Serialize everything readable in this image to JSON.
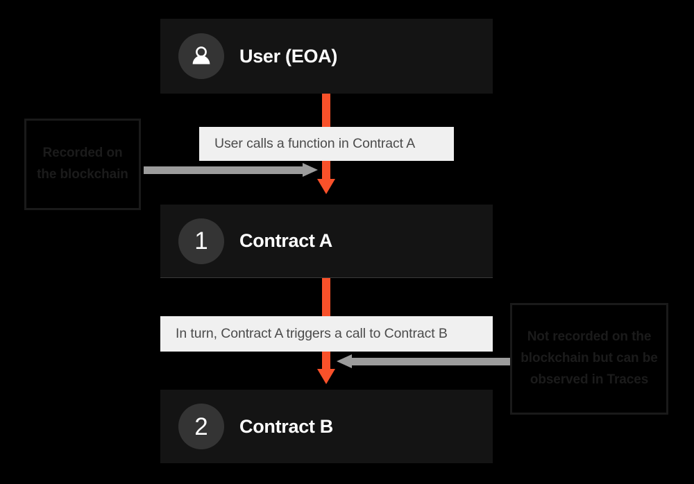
{
  "diagram": {
    "title": "Contract call flow",
    "background_color": "#000000",
    "accent_color": "#f9512a",
    "card_color": "#141414",
    "chip_color": "#f0f0f0",
    "gray_arrow_color": "#9c9c9c"
  },
  "nodes": [
    {
      "id": "user",
      "label": "User (EOA)",
      "badge_type": "person-icon",
      "badge_text": ""
    },
    {
      "id": "contract-a",
      "label": "Contract A",
      "badge_type": "number",
      "badge_text": "1"
    },
    {
      "id": "contract-b",
      "label": "Contract B",
      "badge_type": "number",
      "badge_text": "2"
    }
  ],
  "captions": [
    {
      "id": "caption-user-to-a",
      "text": "User calls a function in Contract A"
    },
    {
      "id": "caption-a-to-b",
      "text": "In turn, Contract A triggers a call to Contract B"
    }
  ],
  "notes": [
    {
      "id": "note-recorded",
      "text": "Recorded on the blockchain"
    },
    {
      "id": "note-not-recorded",
      "text": "Not recorded on the blockchain but can be observed in Traces"
    }
  ],
  "arrows": [
    {
      "id": "arrow-user-to-a",
      "direction": "down",
      "color": "#f9512a"
    },
    {
      "id": "arrow-a-to-b",
      "direction": "down",
      "color": "#f9512a"
    },
    {
      "id": "arrow-note-recorded",
      "direction": "right",
      "color": "#9c9c9c"
    },
    {
      "id": "arrow-note-not-recorded",
      "direction": "left",
      "color": "#9c9c9c"
    }
  ]
}
